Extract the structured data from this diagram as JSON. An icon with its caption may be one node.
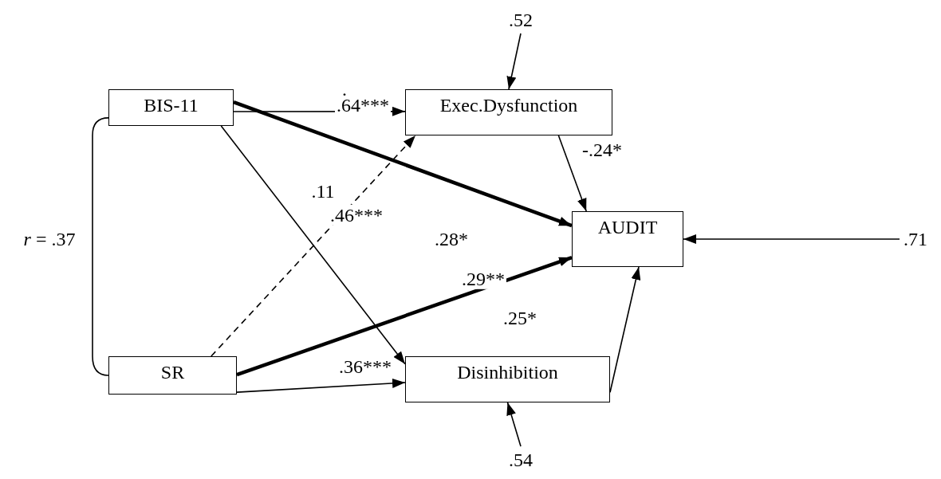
{
  "diagram": {
    "nodes": [
      {
        "text": [
          "BIS-11"
        ]
      },
      {
        "text": [
          "Exec.Dysfunction"
        ]
      },
      {
        "text": [
          "AUDIT"
        ]
      },
      {
        "text": [
          "SR"
        ]
      },
      {
        "text": [
          "Disinhibition"
        ]
      },
      {
        "text": [
          ".52"
        ]
      },
      {
        "text": [
          ".71"
        ]
      },
      {
        "text": [
          ".54"
        ]
      }
    ],
    "edges": [
      {
        "from": 0,
        "to": 1,
        "arrow": "to",
        "label": ".64***"
      },
      {
        "from": 0,
        "to": 2,
        "arrow": "to",
        "label": ".28*",
        "style": "thick"
      },
      {
        "from": 0,
        "to": 4,
        "arrow": "to",
        "label": ".46***"
      },
      {
        "from": 3,
        "to": 1,
        "arrow": "to",
        "label": ".11",
        "style": "dashed"
      },
      {
        "from": 3,
        "to": 2,
        "arrow": "to",
        "label": ".29**",
        "style": "thick"
      },
      {
        "from": 3,
        "to": 4,
        "arrow": "to",
        "label": ".36***"
      },
      {
        "from": 1,
        "to": 2,
        "arrow": "to",
        "label": "-.24*"
      },
      {
        "from": 4,
        "to": 2,
        "arrow": "to",
        "label": ".25*"
      },
      {
        "from": 5,
        "to": 1,
        "arrow": "to"
      },
      {
        "from": 6,
        "to": 2,
        "arrow": "to"
      },
      {
        "from": 7,
        "to": 4,
        "arrow": "to"
      },
      {
        "from": 0,
        "to": 3,
        "arrow": "none",
        "label": "*r* = .37"
      }
    ],
    "labels": [
      "."
    ]
  }
}
